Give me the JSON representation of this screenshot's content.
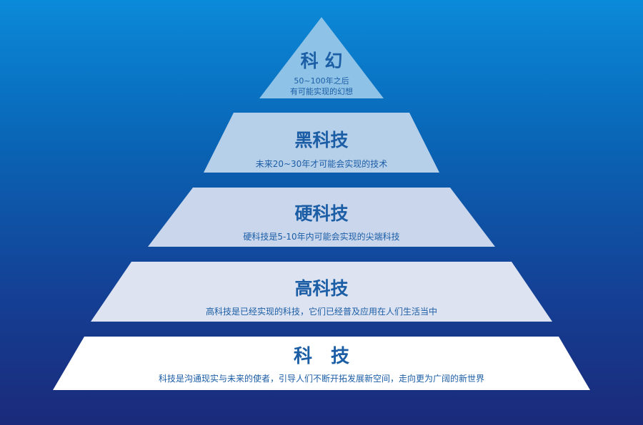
{
  "pyramid": {
    "tiers": [
      {
        "title": "科 幻",
        "lines": [
          "50~100年之后",
          "有可能实现的幻想"
        ],
        "fill": "#8ec3e7"
      },
      {
        "title": "黑科技",
        "lines": [
          "未来20~30年才可能会实现的技术"
        ],
        "fill": "#b7d0ea"
      },
      {
        "title": "硬科技",
        "lines": [
          "硬科技是5-10年内可能会实现的尖端科技"
        ],
        "fill": "#c9d6ec"
      },
      {
        "title": "高科技",
        "lines": [
          "高科技是已经实现的科技，它们已经普及应用在人们生活当中"
        ],
        "fill": "#dde3f1"
      },
      {
        "title": "科　技",
        "lines": [
          "科技是沟通现实与未来的使者，引导人们不断开拓发展新空间，走向更为广阔的新世界"
        ],
        "fill": "#ffffff"
      }
    ]
  }
}
